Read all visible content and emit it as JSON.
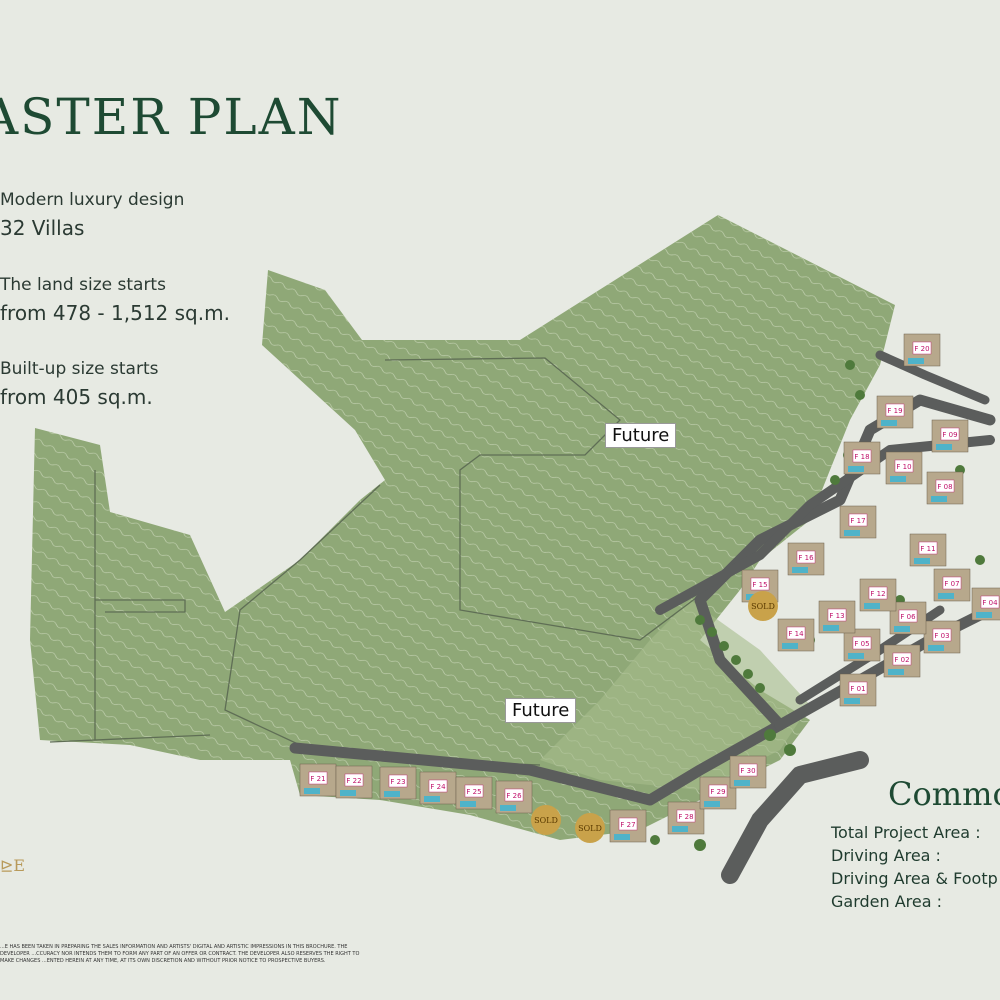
{
  "header": {
    "title": "ASTER PLAN"
  },
  "features": [
    {
      "label": "Modern luxury design",
      "value": "32 Villas"
    },
    {
      "label": "The land size starts",
      "value": "from 478 - 1,512 sq.m."
    },
    {
      "label": "Built-up size starts",
      "value": "from 405 sq.m."
    }
  ],
  "map": {
    "future_labels": [
      "Future",
      "Future"
    ],
    "villas": [
      "F 21",
      "F 22",
      "F 23",
      "F 24",
      "F 25",
      "F 26",
      "F 27",
      "F 28",
      "F 29",
      "F 30",
      "F 01",
      "F 02",
      "F 03",
      "F 04",
      "F 05",
      "F 06",
      "F 07",
      "F 08",
      "F 09",
      "F 10",
      "F 11",
      "F 12",
      "F 13",
      "F 14",
      "F 15",
      "F 16",
      "F 17",
      "F 18",
      "F 19",
      "F 20"
    ],
    "sold_badges": [
      "SOLD",
      "SOLD",
      "SOLD"
    ]
  },
  "branding": {
    "logo_fragment": "E"
  },
  "disclaimer": "...E HAS BEEN TAKEN IN PREPARING THE SALES INFORMATION AND ARTISTS' DIGITAL AND ARTISTIC IMPRESSIONS IN THIS BROCHURE. THE DEVELOPER ...CCURACY NOR INTENDS THEM TO FORM ANY PART OF AN OFFER OR CONTRACT. THE DEVELOPER ALSO RESERVES THE RIGHT TO MAKE CHANGES ...ENTED HEREIN AT ANY TIME, AT ITS OWN DISCRETION AND WITHOUT PRIOR NOTICE TO PROSPECTIVE BUYERS.",
  "common_area": {
    "title": "Commo",
    "rows": [
      "Total Project Area :",
      "Driving Area :",
      "Driving Area & Footp",
      "Garden Area :"
    ]
  },
  "colors": {
    "background": "#e7eae3",
    "terrain": "#8fa877",
    "road": "#5b5d5c",
    "title": "#1e4a33",
    "villa_label": "#c0106a",
    "sold_badge": "#c9a24a"
  }
}
